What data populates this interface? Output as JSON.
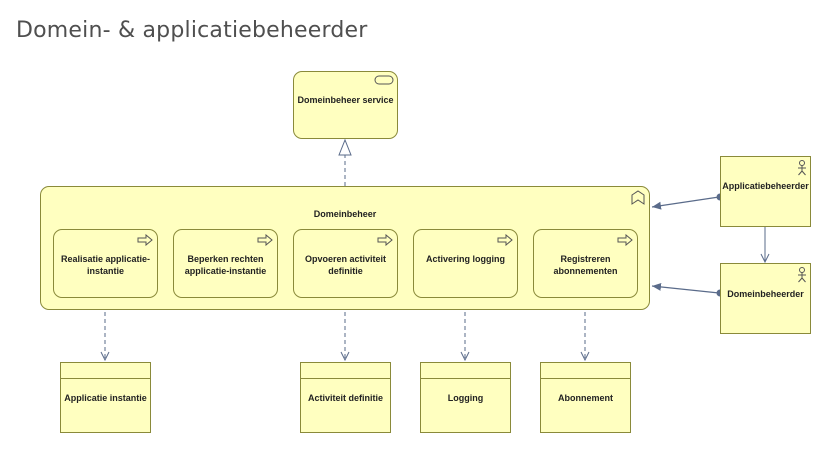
{
  "title": "Domein- & applicatiebeheerder",
  "nodes": {
    "service": "Domeinbeheer service",
    "function": "Domeinbeheer",
    "proc1": "Realisatie applicatie-\ninstantie",
    "proc2": "Beperken rechten\napplicatie-instantie",
    "proc3": "Opvoeren activiteit\ndefinitie",
    "proc4": "Activering logging",
    "proc5": "Registreren\nabonnementen",
    "actor_app": "Applicatiebeheerder",
    "actor_domain": "Domeinbeheerder",
    "obj1": "Applicatie instantie",
    "obj2": "Activiteit definitie",
    "obj3": "Logging",
    "obj4": "Abonnement"
  },
  "colors": {
    "element_fill": "#ffffc0",
    "border": "#8a8a3a",
    "connector": "#5a6b8a"
  },
  "icons": {
    "service": "service-icon",
    "function": "function-icon",
    "process": "process-arrow-icon",
    "actor": "actor-icon"
  }
}
